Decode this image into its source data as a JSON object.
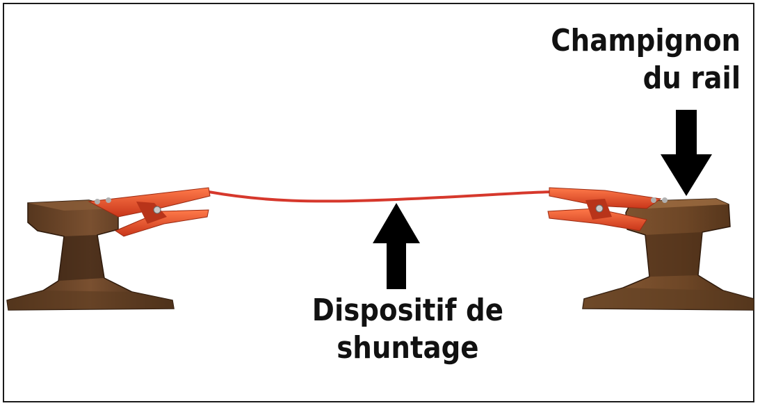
{
  "labels": {
    "rail_head": {
      "line1": "Champignon",
      "line2": "du rail"
    },
    "shunt_device": {
      "line1": "Dispositif de",
      "line2": "shuntage"
    }
  },
  "colors": {
    "rail": "#6b4423",
    "rail_dark": "#3a2312",
    "clamp": "#e8502a",
    "cable": "#d6382c",
    "arrow": "#000000",
    "border": "#1a1a1a"
  }
}
